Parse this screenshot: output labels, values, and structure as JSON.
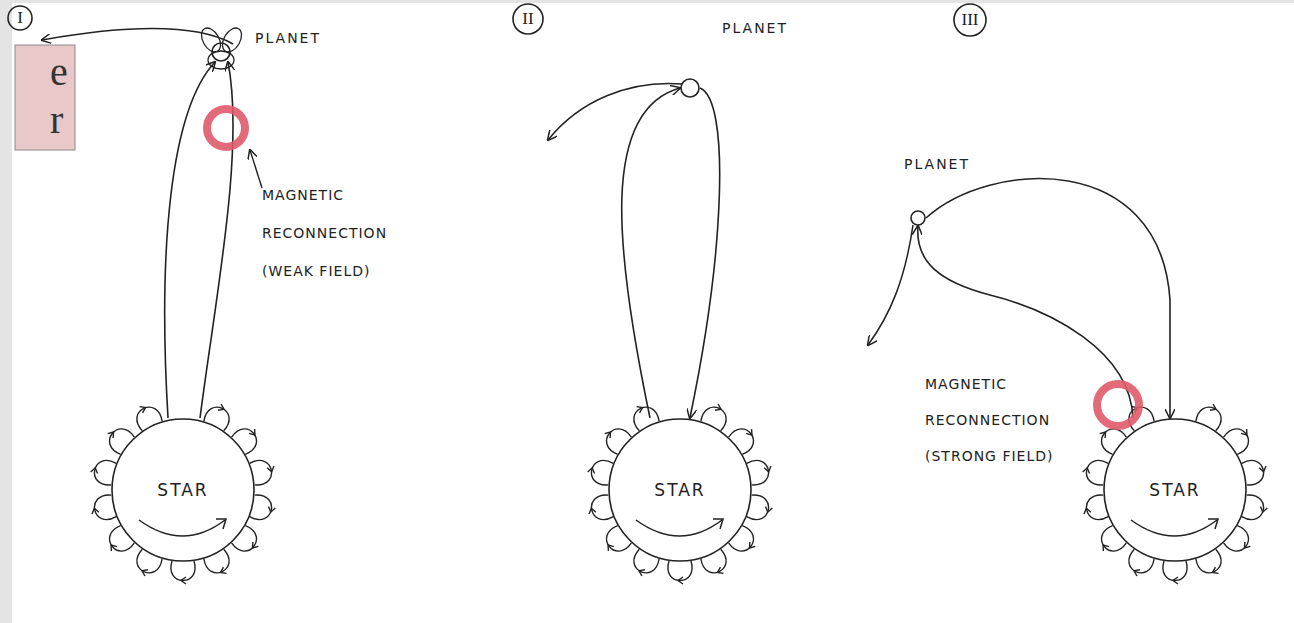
{
  "diagram": {
    "nodes": [
      {
        "text": [
          "I"
        ]
      },
      {
        "text": [
          "PLANET"
        ]
      },
      {
        "text": [
          "STAR"
        ]
      },
      {
        "text": [
          "II"
        ]
      },
      {
        "text": [
          "PLANET"
        ]
      },
      {
        "text": [
          "STAR"
        ]
      },
      {
        "text": [
          "III"
        ]
      },
      {
        "text": [
          "PLANET"
        ]
      },
      {
        "text": [
          "STAR"
        ]
      }
    ],
    "edges": [
      {
        "from": 2,
        "to": 1,
        "arrow": "to"
      },
      {
        "from": 2,
        "to": 1,
        "arrow": "to"
      },
      {
        "from": 5,
        "to": 4,
        "arrow": "to"
      },
      {
        "from": 4,
        "to": 5,
        "arrow": "to"
      },
      {
        "from": 7,
        "to": 8,
        "arrow": "to"
      },
      {
        "from": 8,
        "to": 7,
        "arrow": "to"
      }
    ],
    "labels": [
      "e",
      "r",
      "MAGNETIC RECONNECTION (WEAK FIELD)",
      "MAGNETIC RECONNECTION (STRONG FIELD)"
    ]
  }
}
